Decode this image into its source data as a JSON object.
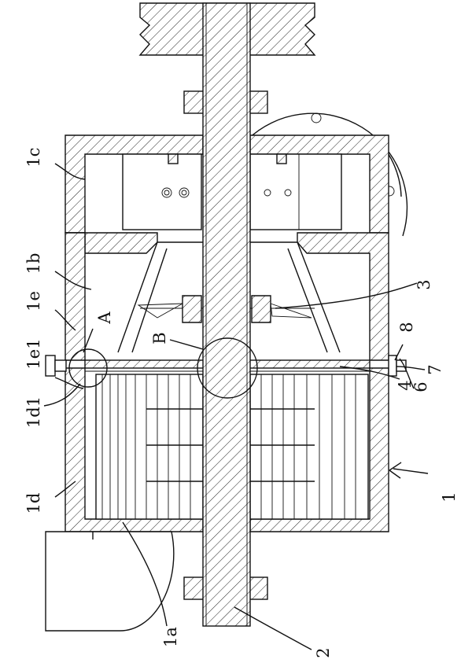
{
  "labels": {
    "l1c": "1c",
    "l1b": "1b",
    "l1e": "1e",
    "l1e1": "1e1",
    "lA": "A",
    "lB": "B",
    "l1d1": "1d1",
    "l1d": "1d",
    "l1a": "1a",
    "l2": "2",
    "l1": "1",
    "l3": "3",
    "l4": "4",
    "l6": "6",
    "l7": "7",
    "l8": "8"
  }
}
